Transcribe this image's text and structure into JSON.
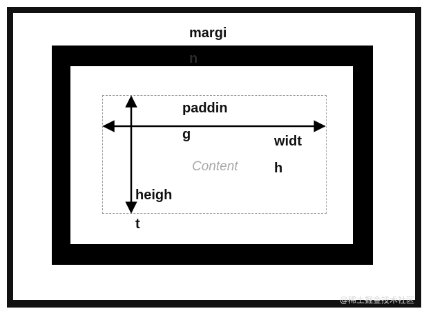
{
  "diagram": {
    "labels": {
      "margin_line1": "margi",
      "margin_line2": "n",
      "padding_line1": "paddin",
      "padding_line2": "g",
      "width_line1": "widt",
      "width_line2": "h",
      "height_line1": "heigh",
      "height_line2": "t",
      "content": "Content"
    },
    "colors": {
      "border_band": "#000000",
      "outer_frame": "#111111",
      "background": "#ffffff",
      "content_dash": "#9a9a9a",
      "content_text": "#a8a8a8"
    }
  },
  "watermark": "@稀土掘金技术社区"
}
